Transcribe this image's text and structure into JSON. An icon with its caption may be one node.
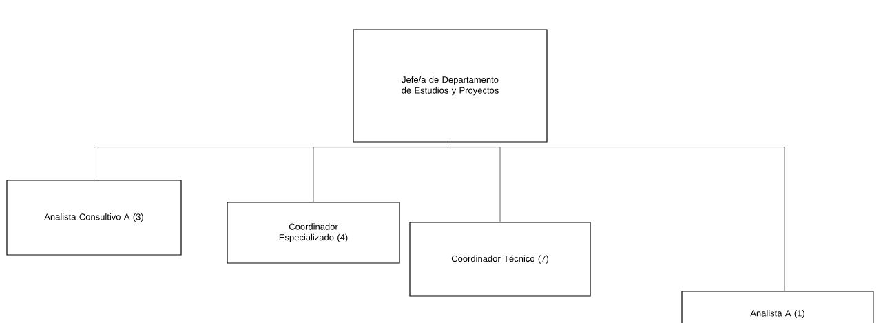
{
  "diagram": {
    "nodes": [
      {
        "text": [
          "Jefe/a de Departamento de Estudios y Proyectos"
        ]
      },
      {
        "text": [
          "Analista Consultivo A (3)"
        ]
      },
      {
        "text": [
          "Coordinador Especializado (4)"
        ]
      },
      {
        "text": [
          "Coordinador Técnico (7)"
        ]
      },
      {
        "text": [
          "Analista A (1)"
        ]
      }
    ],
    "edges": [
      {
        "from": 0,
        "to": 1,
        "arrow": "none"
      },
      {
        "from": 0,
        "to": 2,
        "arrow": "none"
      },
      {
        "from": 0,
        "to": 3,
        "arrow": "none"
      },
      {
        "from": 0,
        "to": 4,
        "arrow": "none"
      }
    ]
  }
}
